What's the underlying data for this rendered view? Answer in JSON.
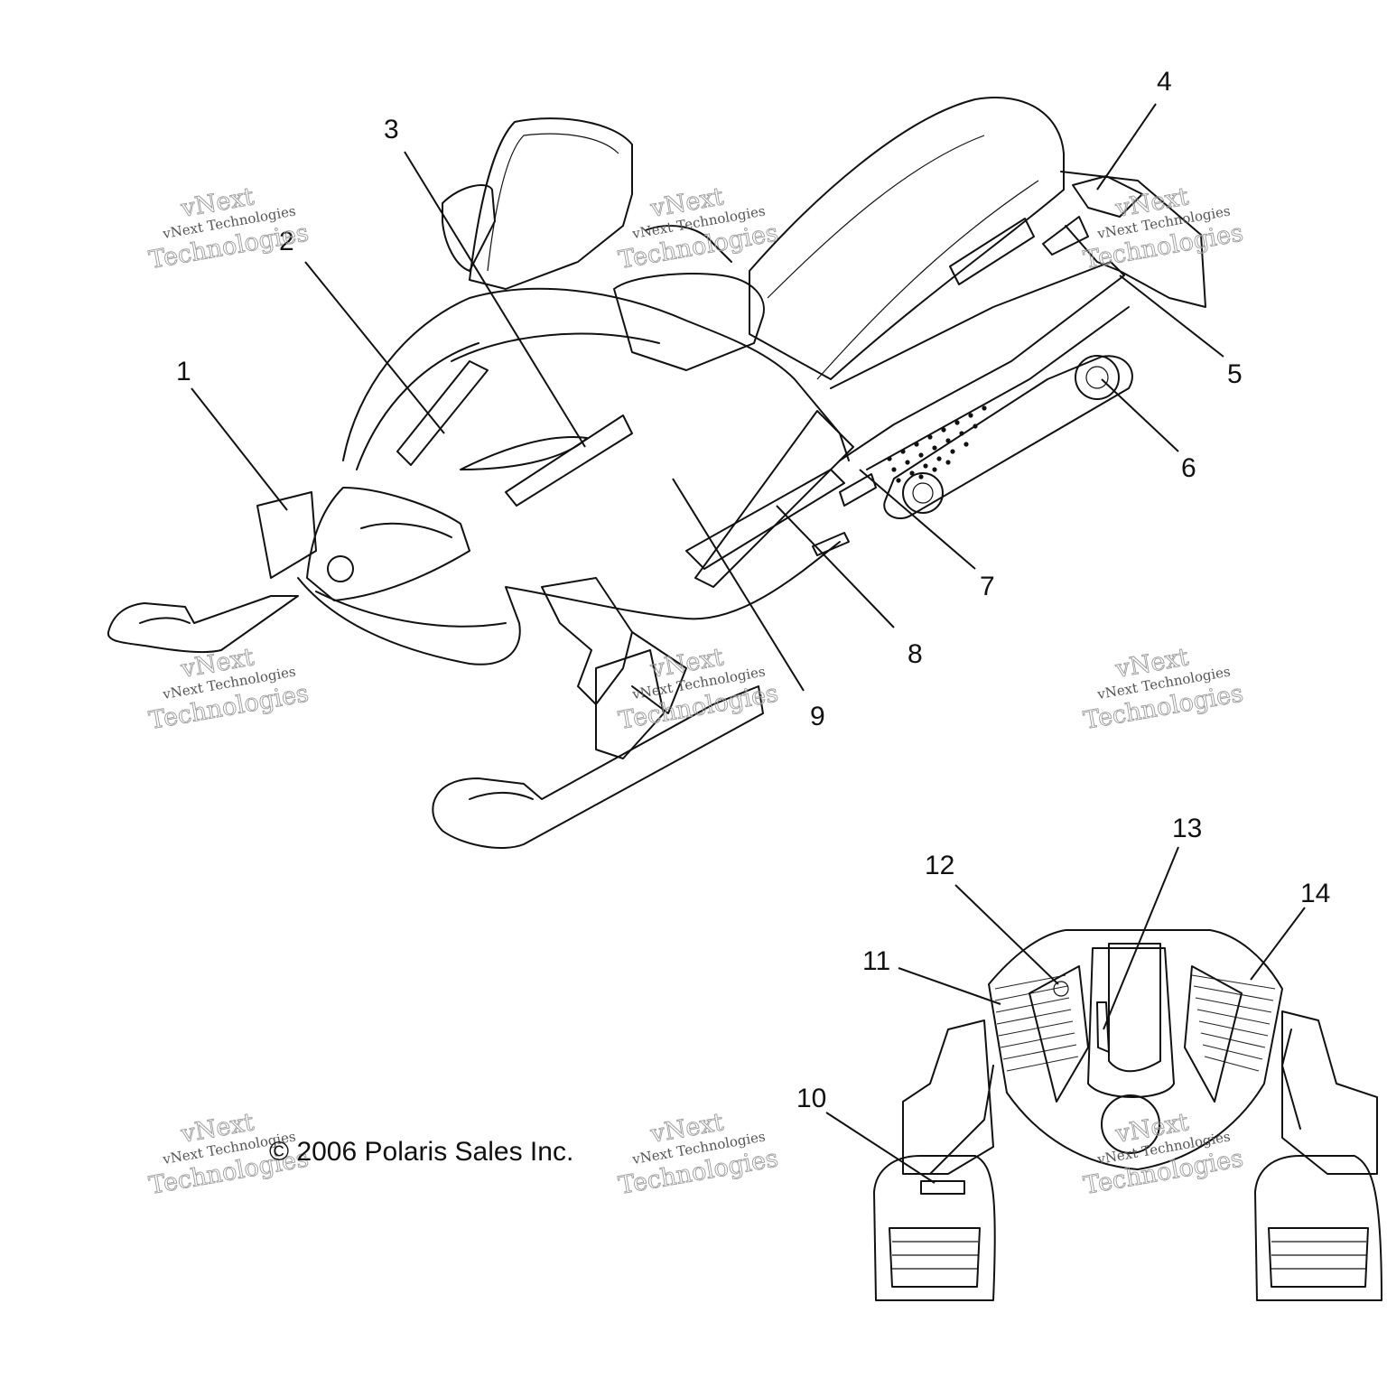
{
  "callouts": [
    "1",
    "2",
    "3",
    "4",
    "5",
    "6",
    "7",
    "8",
    "9",
    "10",
    "11",
    "12",
    "13",
    "14"
  ],
  "copyright": "© 2006 Polaris Sales Inc.",
  "watermark": {
    "line1": "vNext",
    "line2": "vNext Technologies",
    "line3": "Technologies"
  }
}
